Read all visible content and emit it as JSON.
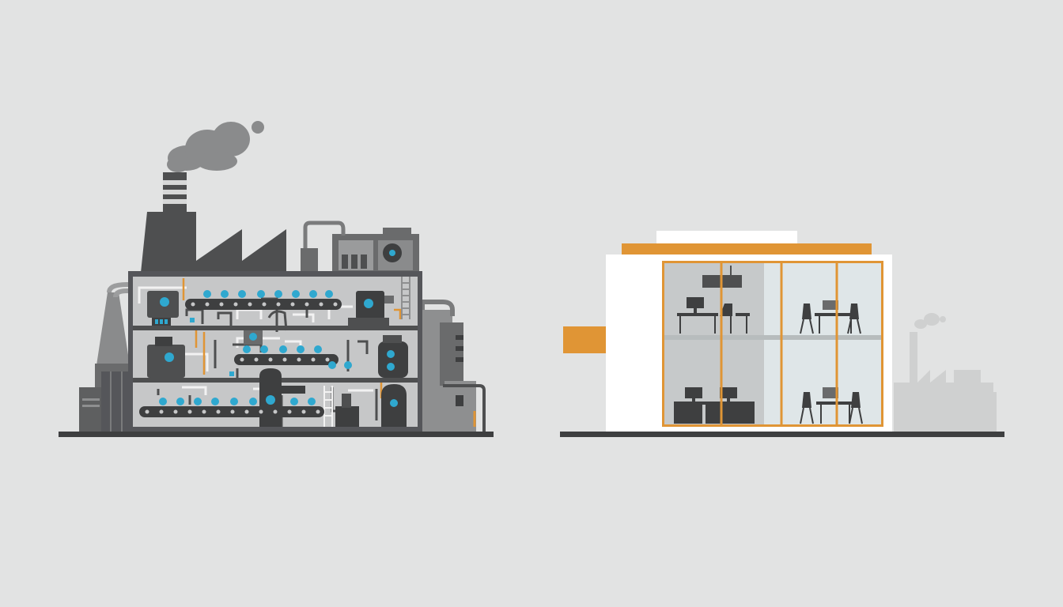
{
  "scene": {
    "left_illustration": "factory-cutaway",
    "right_illustration": "office-building-cutaway",
    "transition_icon": "arrow-right-icon",
    "background_illustration": "faded-factory-silhouette"
  },
  "colors": {
    "background": "#e2e3e3",
    "dark_gray": "#4e4f50",
    "mid_gray": "#6a6b6c",
    "light_gray": "#8e8f90",
    "interior_gray": "#c6c7c8",
    "accent_orange": "#e09535",
    "accent_blue": "#2fa8cf",
    "white": "#ffffff",
    "ground": "#3e3f40"
  }
}
